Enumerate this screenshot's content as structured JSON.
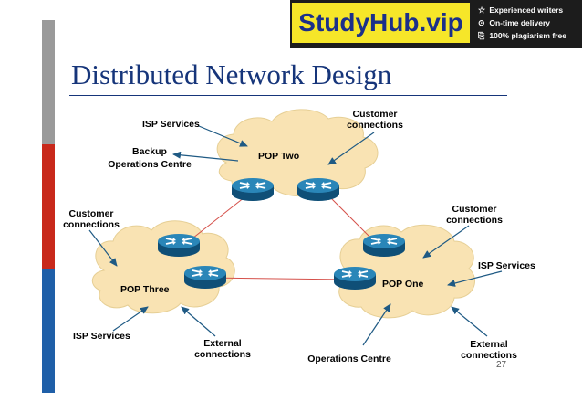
{
  "badge": {
    "logo_text": "StudyHub.vip",
    "features": [
      {
        "icon": "star-icon",
        "glyph": "☆",
        "text": "Experienced writers"
      },
      {
        "icon": "clock-icon",
        "glyph": "⊙",
        "text": "On-time delivery"
      },
      {
        "icon": "document-icon",
        "glyph": "⎘",
        "text": "100% plagiarism free"
      }
    ]
  },
  "title": "Distributed Network Design",
  "page_number": "27",
  "colors": {
    "title": "#16357a",
    "cloud_fill": "#f9e3b3",
    "link": "#d5504a",
    "arrow": "#1f5a84",
    "router": "#1a6c9c"
  },
  "pops": {
    "two": "POP Two",
    "three": "POP Three",
    "one": "POP One"
  },
  "labels": {
    "isp_services_top": "ISP Services",
    "customer_connections_top_line1": "Customer",
    "customer_connections_top_line2": "connections",
    "backup_line1": "Backup",
    "backup_line2": "Operations Centre",
    "customer_left_line1": "Customer",
    "customer_left_line2": "connections",
    "customer_right_line1": "Customer",
    "customer_right_line2": "connections",
    "isp_services_right": "ISP Services",
    "isp_services_bottom": "ISP Services",
    "external_left_line1": "External",
    "external_left_line2": "connections",
    "operations_centre": "Operations Centre",
    "external_right_line1": "External",
    "external_right_line2": "connections"
  }
}
